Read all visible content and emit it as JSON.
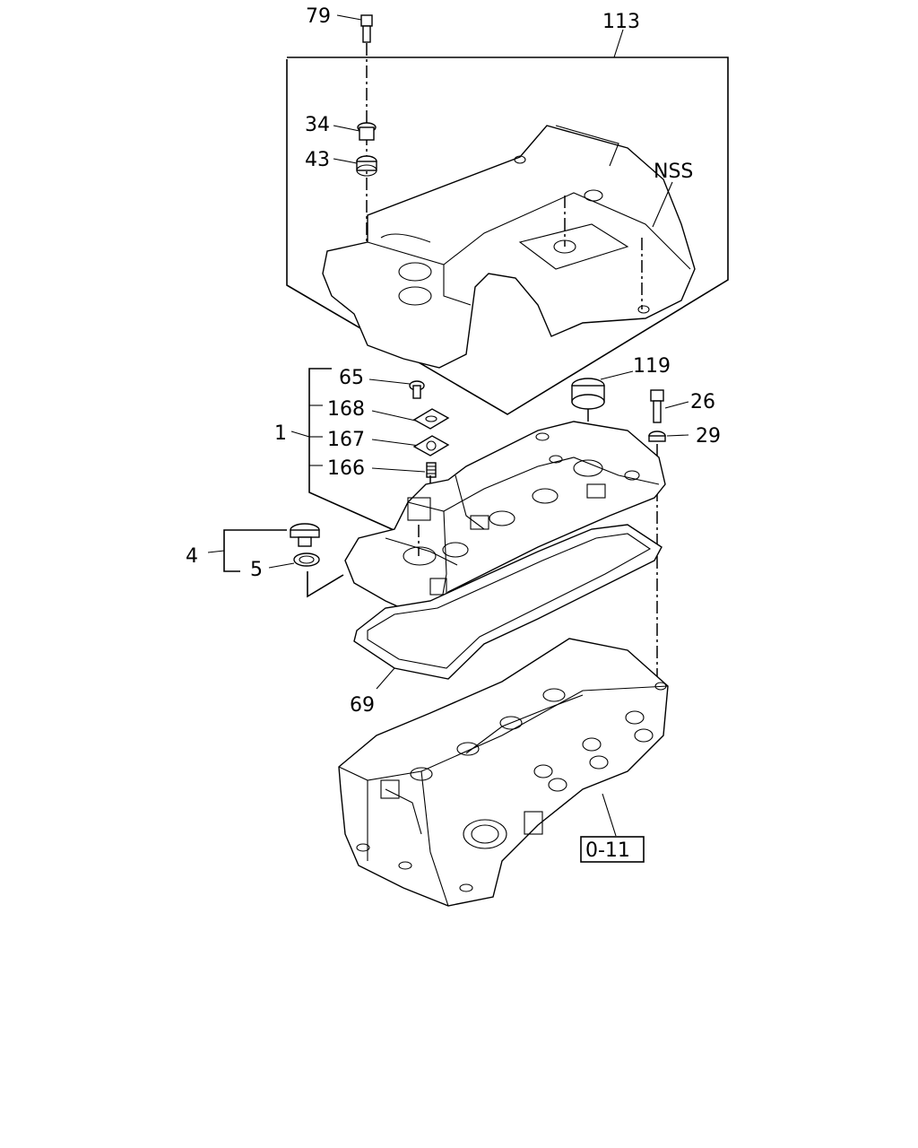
{
  "callouts": {
    "c79": "79",
    "c113": "113",
    "c34": "34",
    "c43": "43",
    "nss": "NSS",
    "c65": "65",
    "c119": "119",
    "c168": "168",
    "c26": "26",
    "c1": "1",
    "c167": "167",
    "c29": "29",
    "c166": "166",
    "c4": "4",
    "c5": "5",
    "c69": "69",
    "ref": "0-11"
  }
}
